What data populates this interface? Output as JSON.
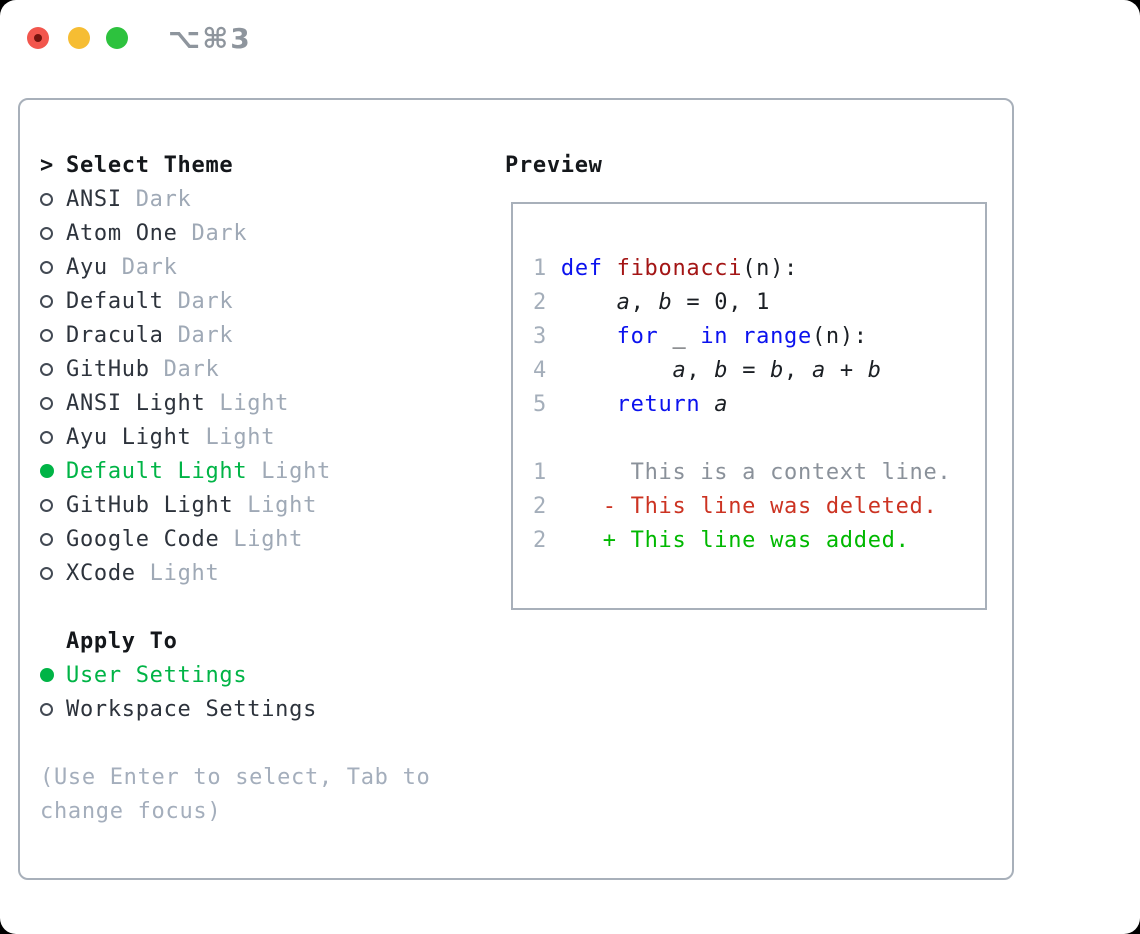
{
  "window": {
    "title_shortcut": "⌥⌘3",
    "traffic_lights": {
      "close": "#f2564d",
      "minimize": "#f6bd33",
      "zoom": "#2dc23e",
      "close_unsaved_dot": "#73140e"
    }
  },
  "theme_section": {
    "prompt": ">",
    "title": "Select Theme",
    "items": [
      {
        "name": "ANSI",
        "variant": "Dark",
        "selected": false
      },
      {
        "name": "Atom One",
        "variant": "Dark",
        "selected": false
      },
      {
        "name": "Ayu",
        "variant": "Dark",
        "selected": false
      },
      {
        "name": "Default",
        "variant": "Dark",
        "selected": false
      },
      {
        "name": "Dracula",
        "variant": "Dark",
        "selected": false
      },
      {
        "name": "GitHub",
        "variant": "Dark",
        "selected": false
      },
      {
        "name": "ANSI Light",
        "variant": "Light",
        "selected": false
      },
      {
        "name": "Ayu Light",
        "variant": "Light",
        "selected": false
      },
      {
        "name": "Default Light",
        "variant": "Light",
        "selected": true
      },
      {
        "name": "GitHub Light",
        "variant": "Light",
        "selected": false
      },
      {
        "name": "Google Code",
        "variant": "Light",
        "selected": false
      },
      {
        "name": "XCode",
        "variant": "Light",
        "selected": false
      }
    ]
  },
  "apply_section": {
    "title": "Apply To",
    "items": [
      {
        "label": "User Settings",
        "selected": true
      },
      {
        "label": "Workspace Settings",
        "selected": false
      }
    ]
  },
  "hint_lines": [
    "(Use Enter to select, Tab to",
    "change focus)"
  ],
  "preview": {
    "title": "Preview",
    "code_lines": [
      {
        "num": "1",
        "segments": [
          {
            "t": "def ",
            "s": "kw"
          },
          {
            "t": "fibonacci",
            "s": "fn"
          },
          {
            "t": "(n):",
            "s": "pl"
          }
        ]
      },
      {
        "num": "2",
        "segments": [
          {
            "t": "    ",
            "s": "pl"
          },
          {
            "t": "a",
            "s": "var"
          },
          {
            "t": ", ",
            "s": "pl"
          },
          {
            "t": "b",
            "s": "var"
          },
          {
            "t": " = 0, 1",
            "s": "pl"
          }
        ]
      },
      {
        "num": "3",
        "segments": [
          {
            "t": "    ",
            "s": "pl"
          },
          {
            "t": "for",
            "s": "kw"
          },
          {
            "t": " _ ",
            "s": "pl"
          },
          {
            "t": "in",
            "s": "kw"
          },
          {
            "t": " ",
            "s": "pl"
          },
          {
            "t": "range",
            "s": "kw"
          },
          {
            "t": "(n):",
            "s": "pl"
          }
        ]
      },
      {
        "num": "4",
        "segments": [
          {
            "t": "        ",
            "s": "pl"
          },
          {
            "t": "a",
            "s": "var"
          },
          {
            "t": ", ",
            "s": "pl"
          },
          {
            "t": "b",
            "s": "var"
          },
          {
            "t": " = ",
            "s": "pl"
          },
          {
            "t": "b",
            "s": "var"
          },
          {
            "t": ", ",
            "s": "pl"
          },
          {
            "t": "a",
            "s": "var"
          },
          {
            "t": " + ",
            "s": "pl"
          },
          {
            "t": "b",
            "s": "var"
          }
        ]
      },
      {
        "num": "5",
        "segments": [
          {
            "t": "    ",
            "s": "pl"
          },
          {
            "t": "return",
            "s": "kw"
          },
          {
            "t": " ",
            "s": "pl"
          },
          {
            "t": "a",
            "s": "var"
          }
        ]
      }
    ],
    "diff_lines": [
      {
        "num": "1",
        "marker": " ",
        "text": "This is a context line.",
        "style": "context"
      },
      {
        "num": "2",
        "marker": "-",
        "text": "This line was deleted.",
        "style": "deleted"
      },
      {
        "num": "2",
        "marker": "+",
        "text": "This line was added.",
        "style": "added"
      }
    ]
  },
  "colors": {
    "selected_green": "#00b446",
    "keyword_blue": "#0b12ee",
    "function_red": "#a31515",
    "diff_deleted_red": "#cc3322",
    "diff_added_green": "#00b800",
    "muted_gray": "#9fa9b6",
    "border_gray": "#a8b0ba"
  }
}
